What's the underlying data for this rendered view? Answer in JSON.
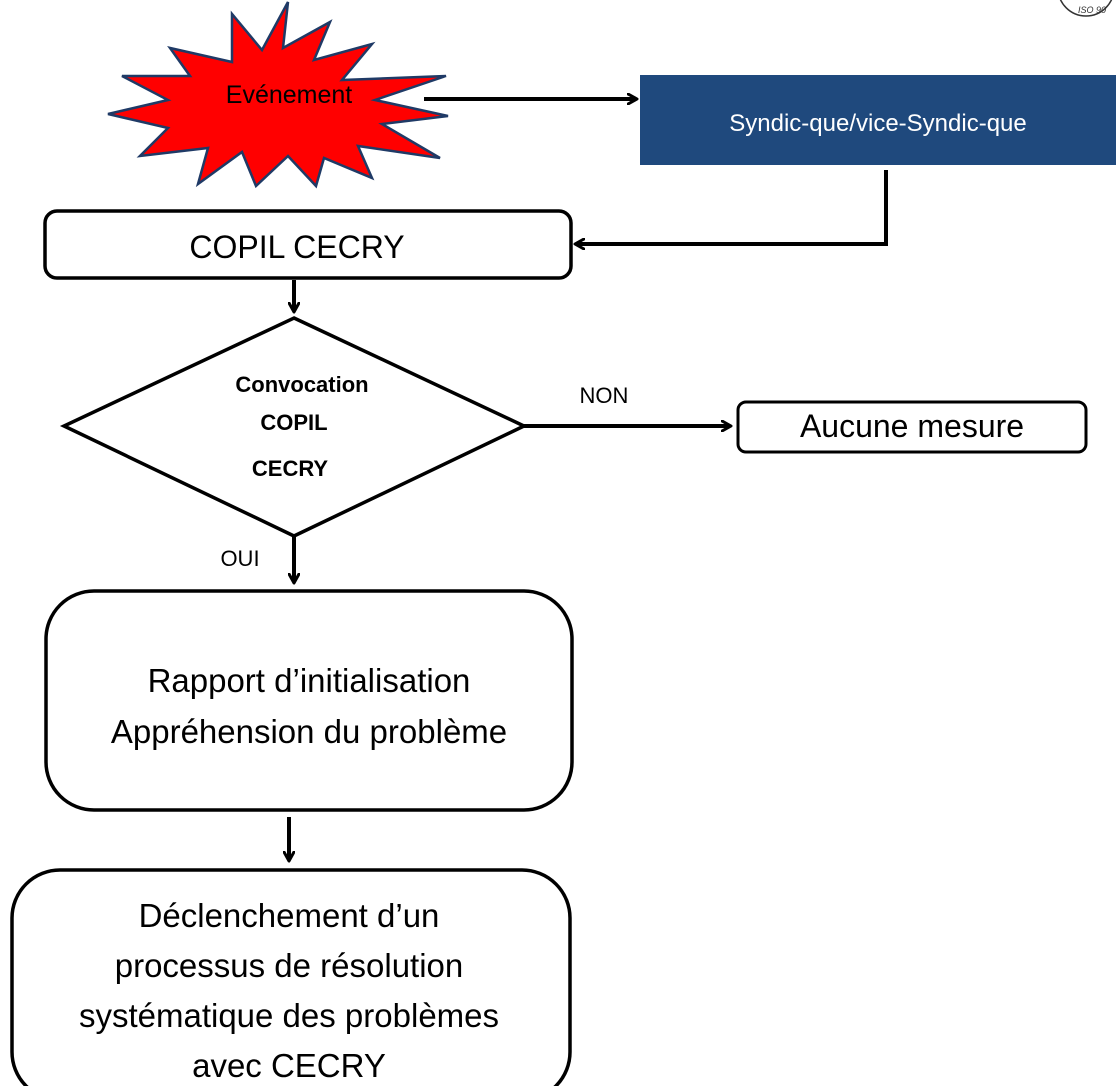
{
  "diagram": {
    "event": "Evénement",
    "syndic": "Syndic-que/vice-Syndic-que",
    "copil": "COPIL CECRY",
    "decision": {
      "line1": "Convocation",
      "line2": "COPIL",
      "line3": "CECRY"
    },
    "no_label": "NON",
    "no_action": "Aucune mesure",
    "yes_label": "OUI",
    "report": {
      "line1": "Rapport d’initialisation",
      "line2": "Appréhension du problème"
    },
    "resolution": {
      "line1": "Déclenchement d’un",
      "line2": "processus de résolution",
      "line3": "systématique des problèmes",
      "line4": "avec CECRY"
    },
    "seal": "ISO 90"
  },
  "colors": {
    "starburst_fill": "#ff0000",
    "starburst_stroke": "#1f3a66",
    "syndic_fill": "#1f497d",
    "syndic_text": "#ffffff",
    "line": "#000000"
  }
}
